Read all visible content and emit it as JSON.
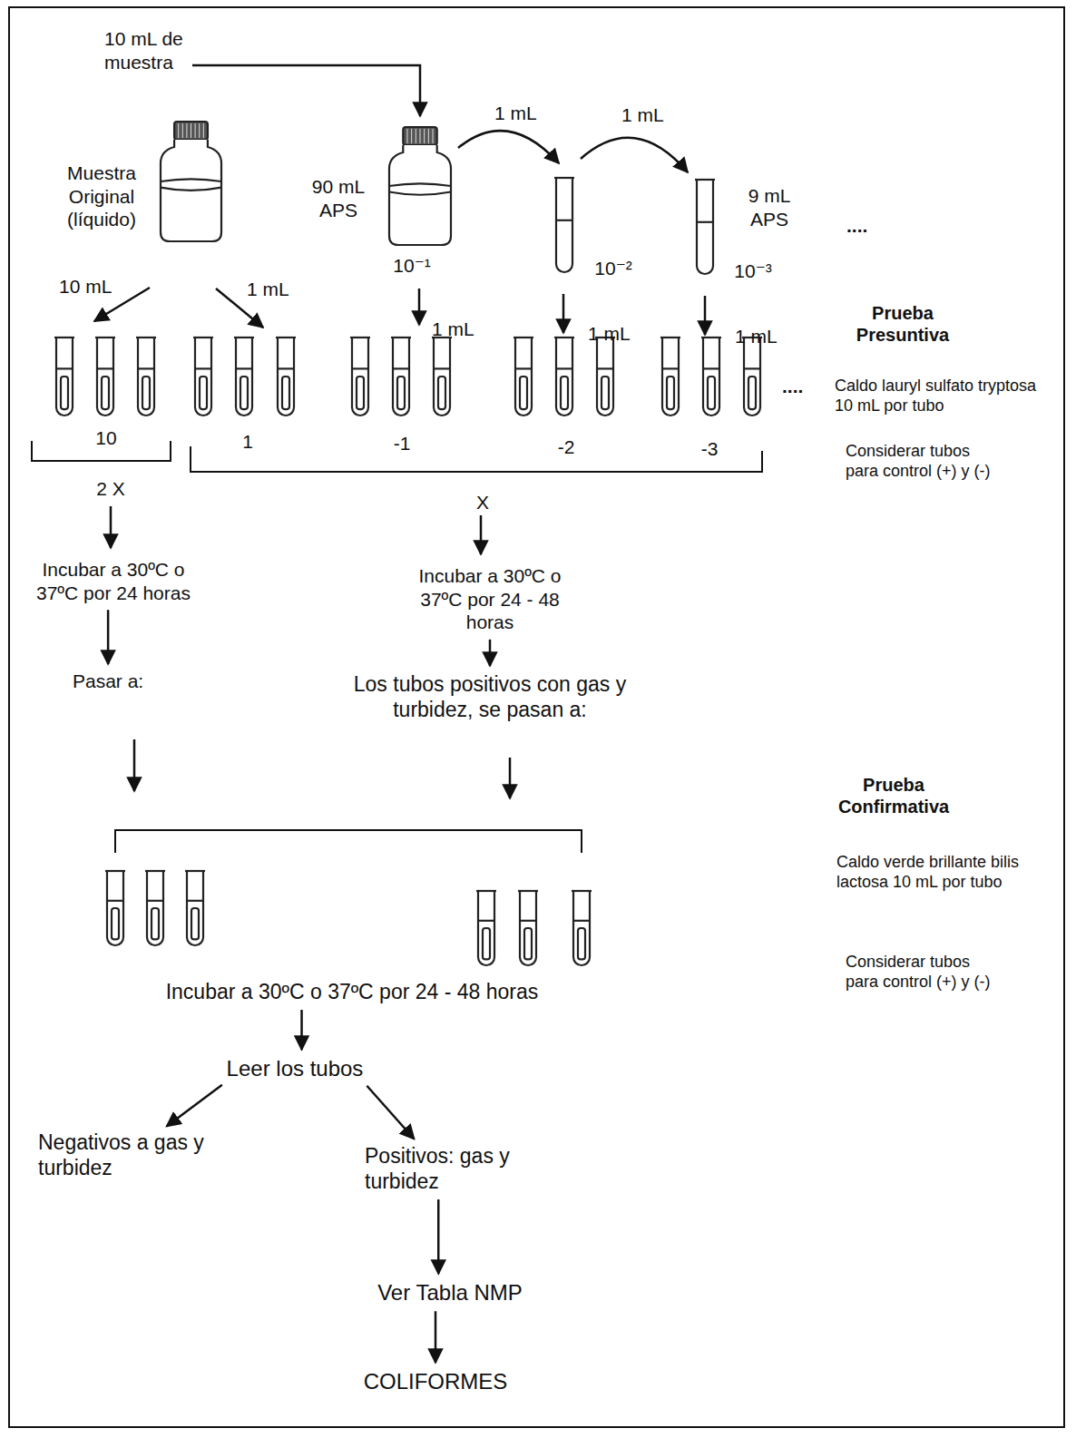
{
  "diagram": {
    "nodes": [
      {
        "text": [
          "Incubar a 30ºC o 37ºC por 24 horas"
        ]
      },
      {
        "text": [
          "Incubar a 30ºC o 37ºC por 24 - 48 horas"
        ]
      },
      {
        "text": [
          "Pasar a:"
        ]
      },
      {
        "text": [
          "Los tubos positivos con gas y turbidez, se pasan a:"
        ]
      },
      {
        "text": [
          "Incubar a 30ºC o 37ºC por 24 - 48 horas"
        ]
      },
      {
        "text": [
          "Leer los tubos"
        ]
      },
      {
        "text": [
          "Negativos a gas y turbidez"
        ]
      },
      {
        "text": [
          "Positivos: gas y turbidez"
        ]
      },
      {
        "text": [
          "Ver Tabla NMP"
        ]
      },
      {
        "text": [
          "COLIFORMES"
        ]
      }
    ],
    "edges": [
      {
        "from": 0,
        "to": 2,
        "arrow": "to"
      },
      {
        "from": 1,
        "to": 3,
        "arrow": "to"
      },
      {
        "from": 4,
        "to": 5,
        "arrow": "to"
      },
      {
        "from": 5,
        "to": 6,
        "arrow": "to"
      },
      {
        "from": 5,
        "to": 7,
        "arrow": "to"
      },
      {
        "from": 7,
        "to": 8,
        "arrow": "to"
      },
      {
        "from": 8,
        "to": 9,
        "arrow": "to"
      }
    ],
    "labels": [
      "10 mL de muestra",
      "Muestra Original (líquido)",
      "90 mL APS",
      "1 mL",
      "1 mL",
      "9 mL APS",
      "....",
      "10⁻¹",
      "10⁻²",
      "10⁻³",
      "10 mL",
      "1 mL",
      "1 mL",
      "1 mL",
      "1 mL",
      "Prueba Presuntiva",
      "....",
      "Caldo lauryl sulfato tryptosa 10 mL por tubo",
      "10",
      "1",
      "-1",
      "-2",
      "-3",
      "Considerar tubos para control (+) y (-)",
      "2 X",
      "X",
      "Prueba Confirmativa",
      "Caldo verde brillante bilis lactosa 10 mL por tubo",
      "Considerar tubos para control (+) y (-)"
    ]
  }
}
